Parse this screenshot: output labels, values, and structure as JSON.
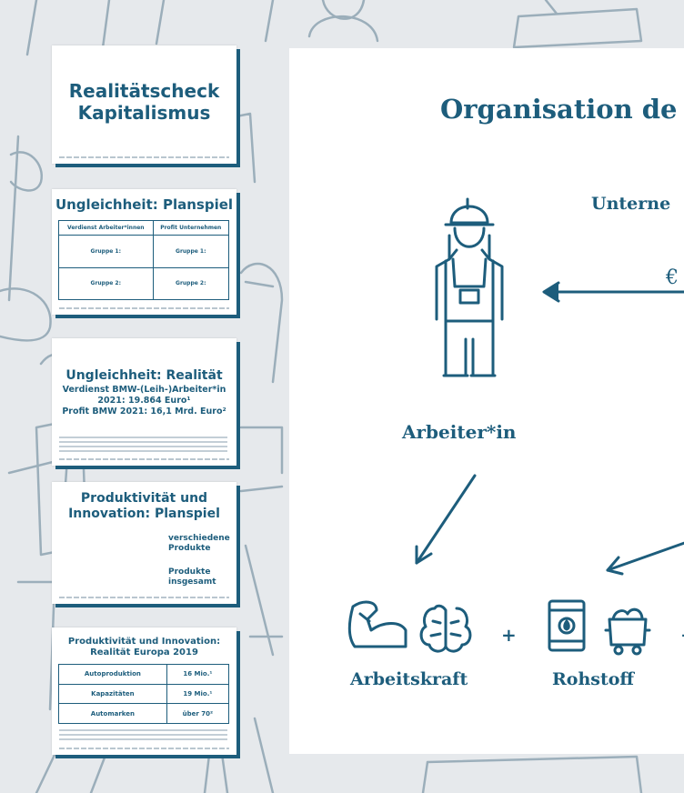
{
  "slides": {
    "s1": {
      "title_line1": "Realitätscheck",
      "title_line2": "Kapitalismus"
    },
    "s2": {
      "title": "Ungleichheit: Planspiel",
      "col1": "Verdienst Arbeiter*innen",
      "col2": "Profit Unternehmen",
      "row1a": "Gruppe 1:",
      "row1b": "Gruppe 1:",
      "row2a": "Gruppe 2:",
      "row2b": "Gruppe 2:"
    },
    "s3": {
      "title": "Ungleichheit: Realität",
      "line1": "Verdienst BMW-(Leih-)Arbeiter*in",
      "line2": "2021: 19.864 Euro¹",
      "line3": "Profit BMW 2021: 16,1 Mrd. Euro²"
    },
    "s4": {
      "title_line1": "Produktivität und",
      "title_line2": "Innovation: Planspiel",
      "item1_line1": "verschiedene",
      "item1_line2": "Produkte",
      "item2_line1": "Produkte",
      "item2_line2": "insgesamt"
    },
    "s5": {
      "title_line1": "Produktivität und Innovation:",
      "title_line2": "Realität Europa 2019",
      "rows": [
        {
          "label": "Autoproduktion",
          "value": "16 Mio.¹"
        },
        {
          "label": "Kapazitäten",
          "value": "19 Mio.¹"
        },
        {
          "label": "Automarken",
          "value": "über 70²"
        }
      ]
    }
  },
  "main": {
    "title": "Organisation de",
    "unternehmen": "Unterne",
    "euro": "€",
    "worker_label": "Arbeiter*in",
    "plus1": "+",
    "plus2": "+",
    "arbeitskraft": "Arbeitskraft",
    "rohstoff": "Rohstoff",
    "icons": [
      "worker-icon",
      "muscle-arm-icon",
      "brain-icon",
      "oil-barrel-icon",
      "ore-cart-icon"
    ]
  },
  "colors": {
    "primary": "#1d5d7c",
    "background": "#e6e9ec",
    "decor": "#1d5d7c"
  }
}
